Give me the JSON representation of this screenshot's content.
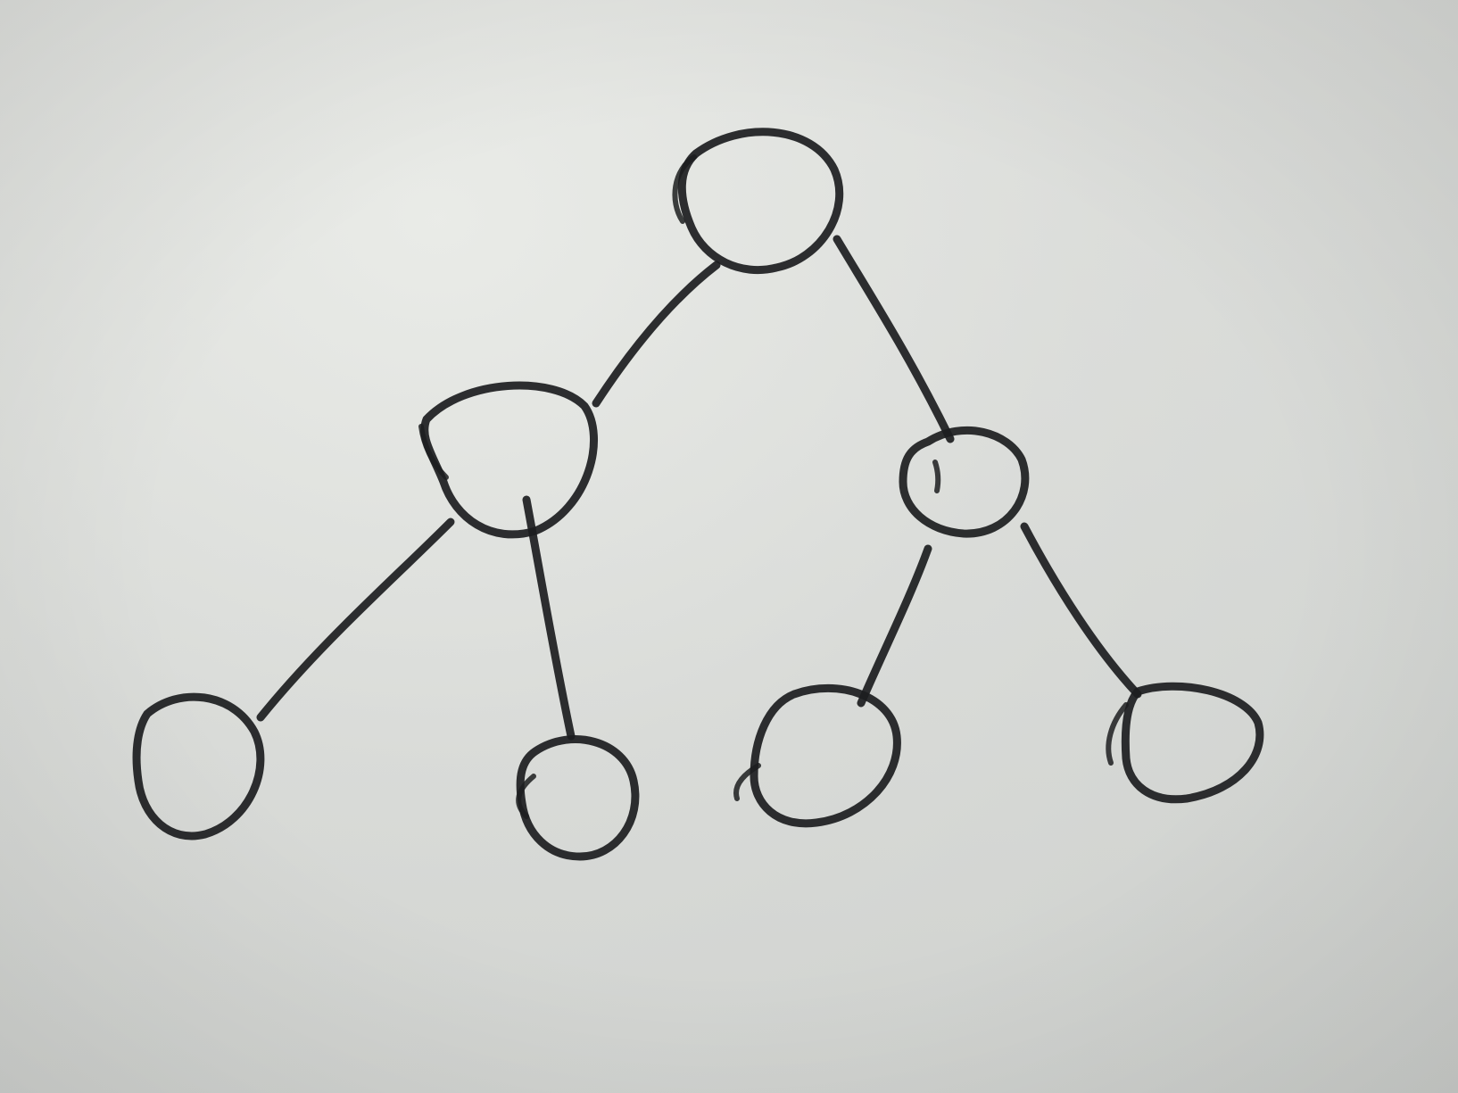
{
  "diagram": {
    "type": "binary-tree",
    "style": "hand-drawn pencil sketch on paper",
    "colors": {
      "paper": "#d3d5d2",
      "ink": "#1c1d1f"
    },
    "levels": 3,
    "nodes": [
      {
        "id": "root",
        "label": ""
      },
      {
        "id": "left",
        "label": ""
      },
      {
        "id": "right",
        "label": ""
      },
      {
        "id": "left-left",
        "label": ""
      },
      {
        "id": "left-right",
        "label": ""
      },
      {
        "id": "right-left",
        "label": ""
      },
      {
        "id": "right-right",
        "label": ""
      }
    ],
    "edges": [
      {
        "from": "root",
        "to": "left"
      },
      {
        "from": "root",
        "to": "right"
      },
      {
        "from": "left",
        "to": "left-left"
      },
      {
        "from": "left",
        "to": "left-right"
      },
      {
        "from": "right",
        "to": "right-left"
      },
      {
        "from": "right",
        "to": "right-right"
      }
    ]
  }
}
